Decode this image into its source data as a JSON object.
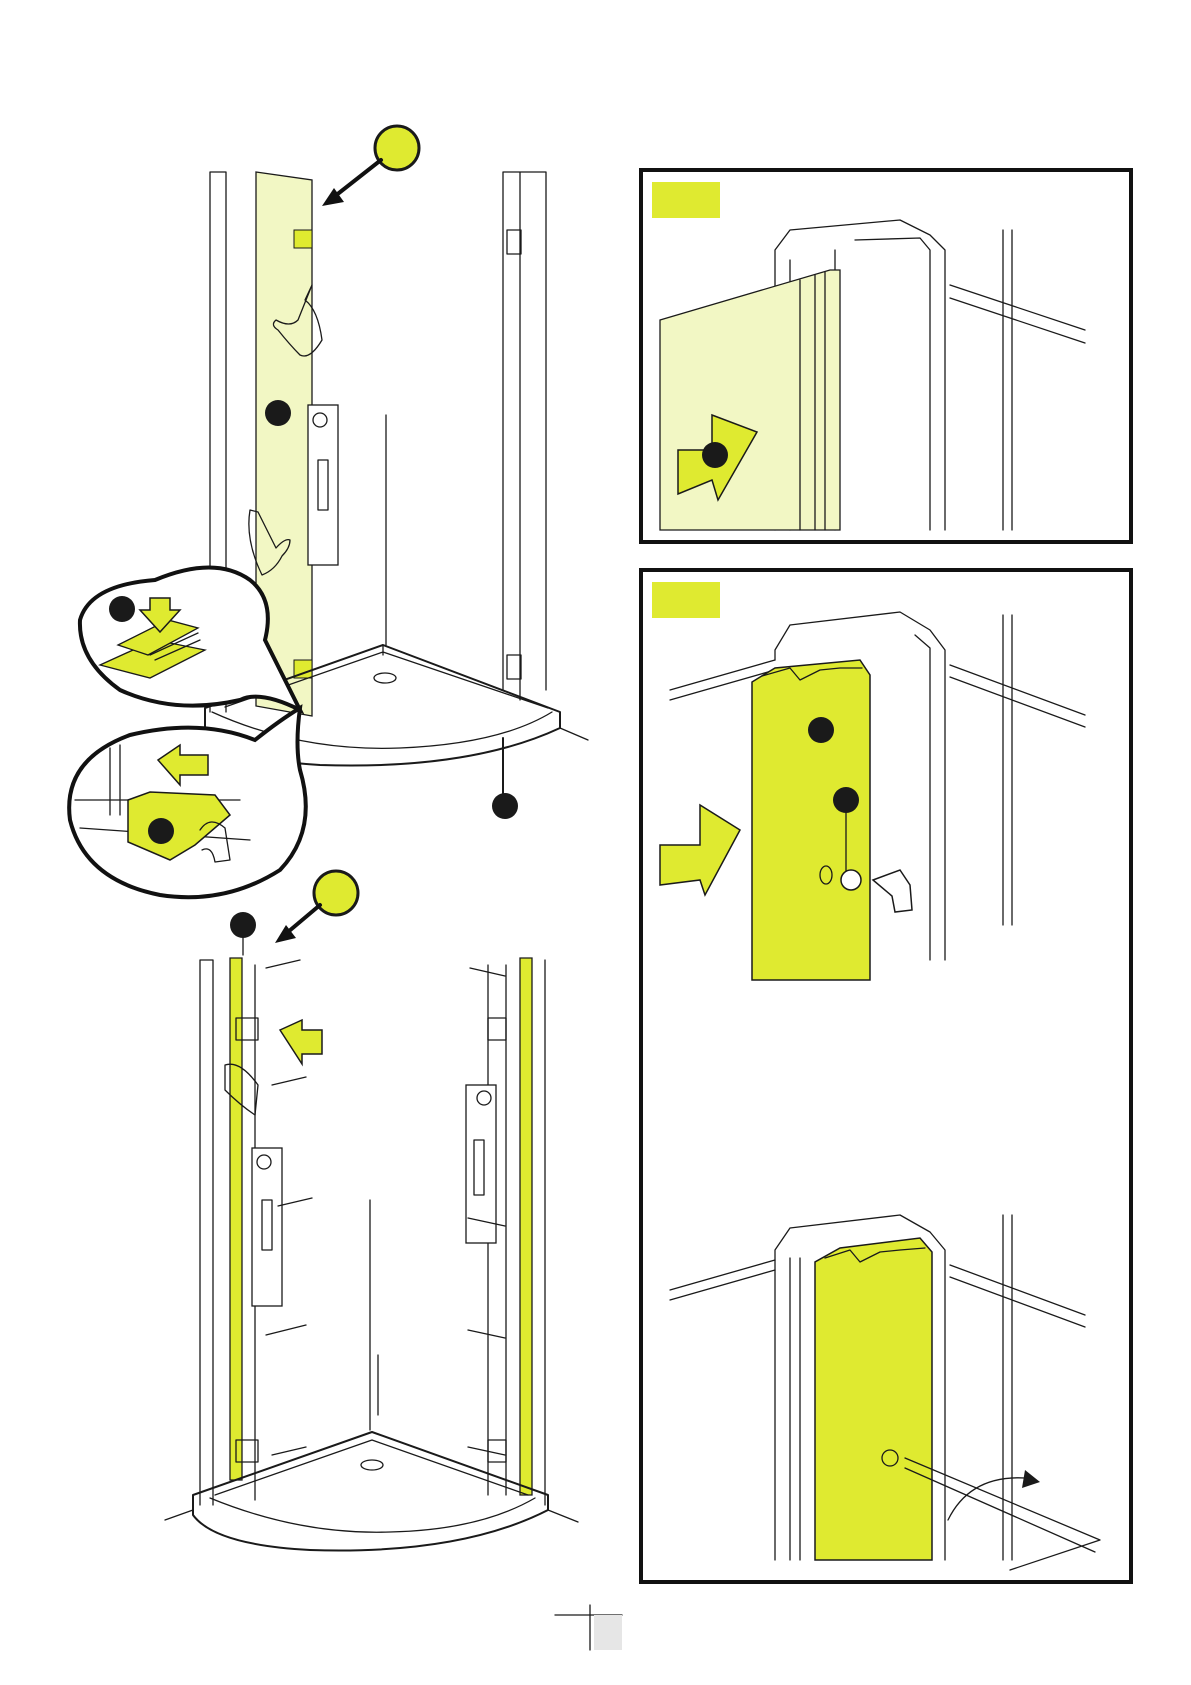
{
  "page": {
    "background": "#ffffff"
  },
  "colors": {
    "accent": "#dfea30",
    "accent_light": "#f2f7c4",
    "ink": "#1a1a1a",
    "callout_dot": "#1a1a1a",
    "page_tab": "#e6e6e6"
  },
  "icons": [
    "step-marker-circle",
    "pointer-arrow",
    "hand-icon",
    "push-arrow-icon",
    "callout-dot",
    "allen-key-icon",
    "rotate-arrow-icon"
  ],
  "page_number": ""
}
